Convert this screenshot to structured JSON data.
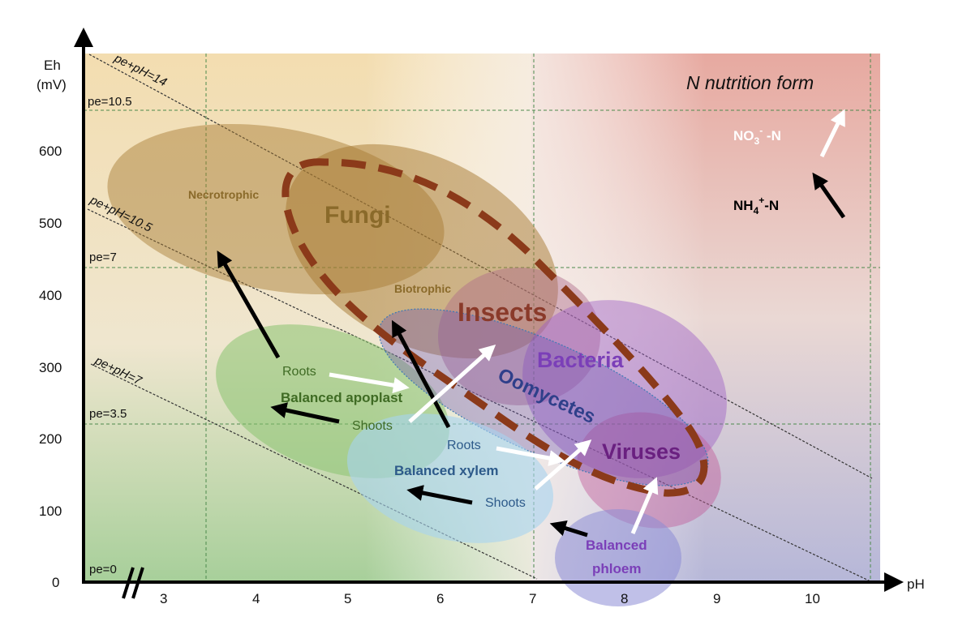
{
  "axes": {
    "x_label": "pH",
    "y_label_line1": "Eh",
    "y_label_line2": "(mV)",
    "x_ticks": [
      "3",
      "4",
      "5",
      "6",
      "7",
      "8",
      "9",
      "10"
    ],
    "y_ticks": [
      "0",
      "100",
      "200",
      "300",
      "400",
      "500",
      "600"
    ]
  },
  "reference_lines": {
    "pe": [
      "pe=0",
      "pe=3.5",
      "pe=7",
      "pe=10.5"
    ],
    "pe_ph": [
      "pe+pH=7",
      "pe+pH=10.5",
      "pe+pH=14"
    ]
  },
  "groups": {
    "fungi": "Fungi",
    "necrotrophic": "Necrotrophic",
    "biotrophic": "Biotrophic",
    "insects": "Insects",
    "bacteria": "Bacteria",
    "oomycetes": "Oomycetes",
    "viruses": "Viruses"
  },
  "compartments": {
    "apoplast": "Balanced apoplast",
    "xylem": "Balanced xylem",
    "phloem_line1": "Balanced",
    "phloem_line2": "phloem",
    "apoplast_roots": "Roots",
    "apoplast_shoots": "Shoots",
    "xylem_roots": "Roots",
    "xylem_shoots": "Shoots"
  },
  "legend": {
    "title": "N nutrition form",
    "no3_base": "NO",
    "no3_sub": "3",
    "no3_sup": "-",
    "no3_tail": " -N",
    "nh4_base": "NH",
    "nh4_sub": "4",
    "nh4_sup": "+",
    "nh4_tail": "-N"
  },
  "colors": {
    "fungi": "#8a6a2a",
    "insects": "#8a3a2a",
    "bacteria": "#7b3fb8",
    "oomycetes": "#2f3f8a",
    "viruses": "#6a2080",
    "apoplast": "#3f6b24",
    "xylem": "#2d5a8a",
    "phloem": "#7b3fb8",
    "dashed_outline": "#8b3a1a"
  }
}
